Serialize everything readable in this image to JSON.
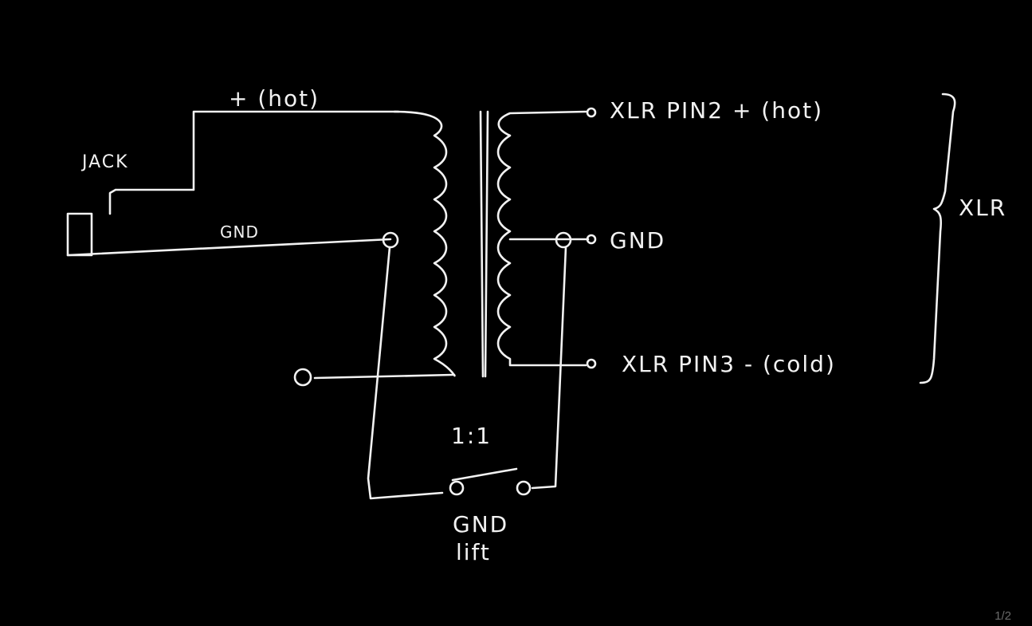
{
  "labels": {
    "jack": "JACK",
    "hot_in": "+ (hot)",
    "gnd_in": "GND",
    "xlr_pin2": "XLR PIN2 + (hot)",
    "gnd_out": "GND",
    "xlr_pin3": "XLR PIN3 - (cold)",
    "xlr_group": "XLR",
    "ratio": "1:1",
    "gnd_lift_line1": "GND",
    "gnd_lift_line2": "lift"
  },
  "page_indicator": "1/2",
  "colors": {
    "background": "#000000",
    "ink": "#f2f2f2"
  }
}
